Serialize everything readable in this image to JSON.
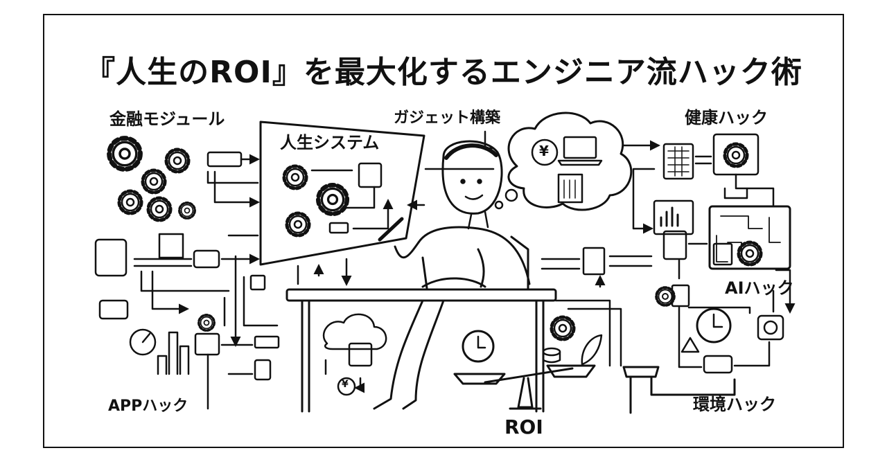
{
  "title": "『人生のROI』を最大化するエンジニア流ハック術",
  "labels": {
    "finance": "金融モジュール",
    "life_system": "人生システム",
    "gadget": "ガジェット構築",
    "health": "健康ハック",
    "ai": "AIハック",
    "app": "APPハック",
    "environment": "環境ハック",
    "roi": "ROI",
    "yen": "¥"
  },
  "colors": {
    "ink": "#111111",
    "paper": "#ffffff"
  }
}
